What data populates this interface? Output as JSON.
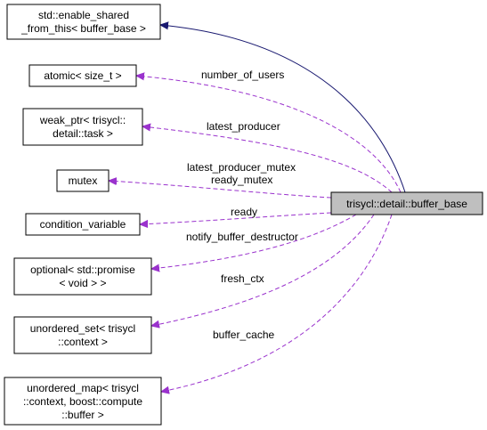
{
  "diagram": {
    "focus_node": "trisycl::detail::buffer_base",
    "nodes": [
      {
        "id": "enable_shared",
        "lines": [
          "std::enable_shared",
          "_from_this< buffer_base >"
        ]
      },
      {
        "id": "atomic",
        "lines": [
          "atomic< size_t >"
        ]
      },
      {
        "id": "weak_ptr",
        "lines": [
          "weak_ptr< trisycl::",
          "detail::task >"
        ]
      },
      {
        "id": "mutex",
        "lines": [
          "mutex"
        ]
      },
      {
        "id": "condition_variable",
        "lines": [
          "condition_variable"
        ]
      },
      {
        "id": "optional",
        "lines": [
          "optional< std::promise",
          "< void > >"
        ]
      },
      {
        "id": "unordered_set",
        "lines": [
          "unordered_set< trisycl",
          "::context >"
        ]
      },
      {
        "id": "unordered_map",
        "lines": [
          "unordered_map< trisycl",
          "::context, boost::compute",
          "::buffer >"
        ]
      }
    ],
    "edge_labels": [
      "number_of_users",
      "latest_producer",
      "latest_producer_mutex",
      "ready_mutex",
      "ready",
      "notify_buffer_destructor",
      "fresh_ctx",
      "buffer_cache"
    ],
    "colors": {
      "member_edge": "#9a32cd",
      "inheritance_edge": "#191970",
      "focus_fill": "#bfbfbf"
    }
  }
}
